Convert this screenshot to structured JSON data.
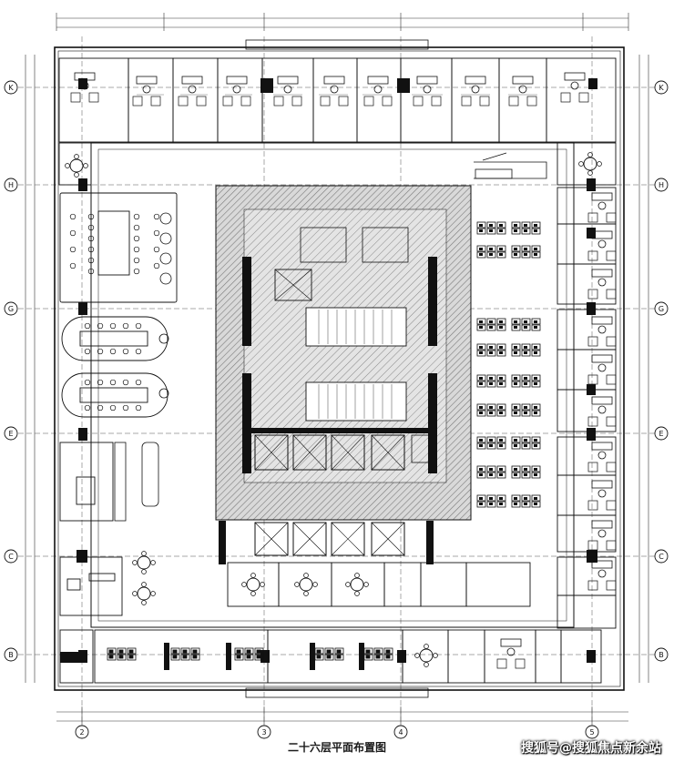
{
  "drawing": {
    "caption": "二十六层平面布置图",
    "watermark": "搜狐号@搜狐焦点新余站"
  },
  "grid_axes": {
    "left_rows": [
      "K",
      "H",
      "G",
      "E",
      "C",
      "B"
    ],
    "right_rows": [
      "K",
      "H",
      "G",
      "E",
      "C",
      "B"
    ],
    "bottom_columns": [
      "2",
      "3",
      "4",
      "5"
    ]
  },
  "colors": {
    "line": "#1a1a1a",
    "core_hatch": "#9a9a9a",
    "solid_wall": "#111111",
    "paper": "#ffffff"
  }
}
